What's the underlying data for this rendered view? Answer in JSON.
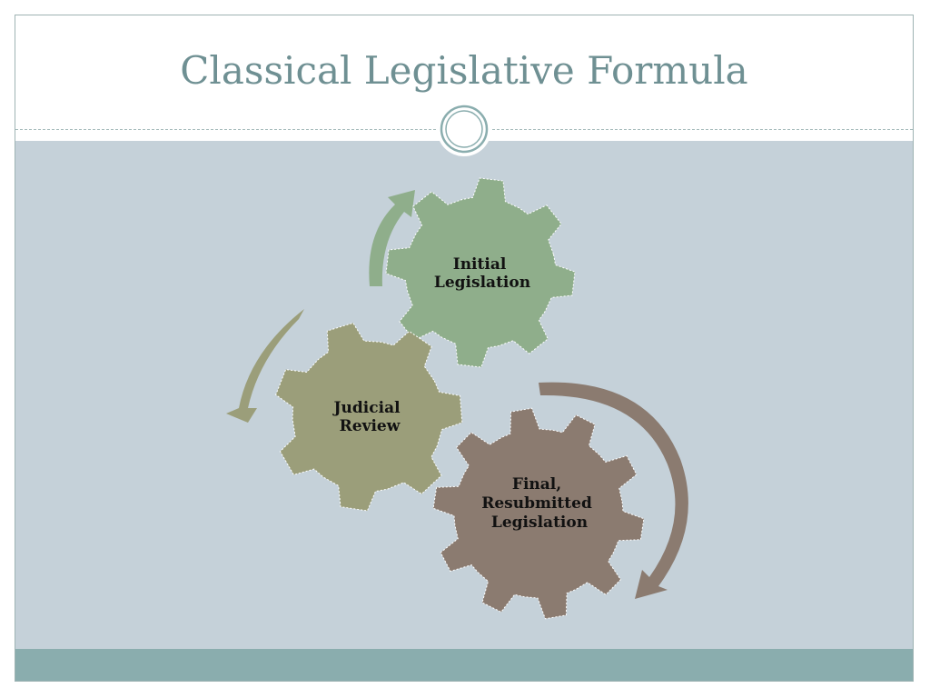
{
  "slide": {
    "title": "Classical Legislative Formula"
  },
  "diagram": {
    "type": "gear-cycle",
    "gears": [
      {
        "id": "initial",
        "label_lines": [
          "Initial",
          "Legislation"
        ],
        "color": "#8fae8b"
      },
      {
        "id": "judicial",
        "label_lines": [
          "Judicial",
          "Review"
        ],
        "color": "#9b9e7a"
      },
      {
        "id": "final",
        "label_lines": [
          "Final,",
          "Resubmitted",
          "Legislation"
        ],
        "color": "#8b7b70"
      }
    ],
    "arrow_colors": {
      "initial": "#8fae8b",
      "judicial": "#9b9e7a",
      "final": "#8b7b70"
    }
  },
  "colors": {
    "title_text": "#6f9093",
    "content_background": "#c5d1d9",
    "footer_bar": "#8aadae",
    "border": "#9eb3b3"
  }
}
